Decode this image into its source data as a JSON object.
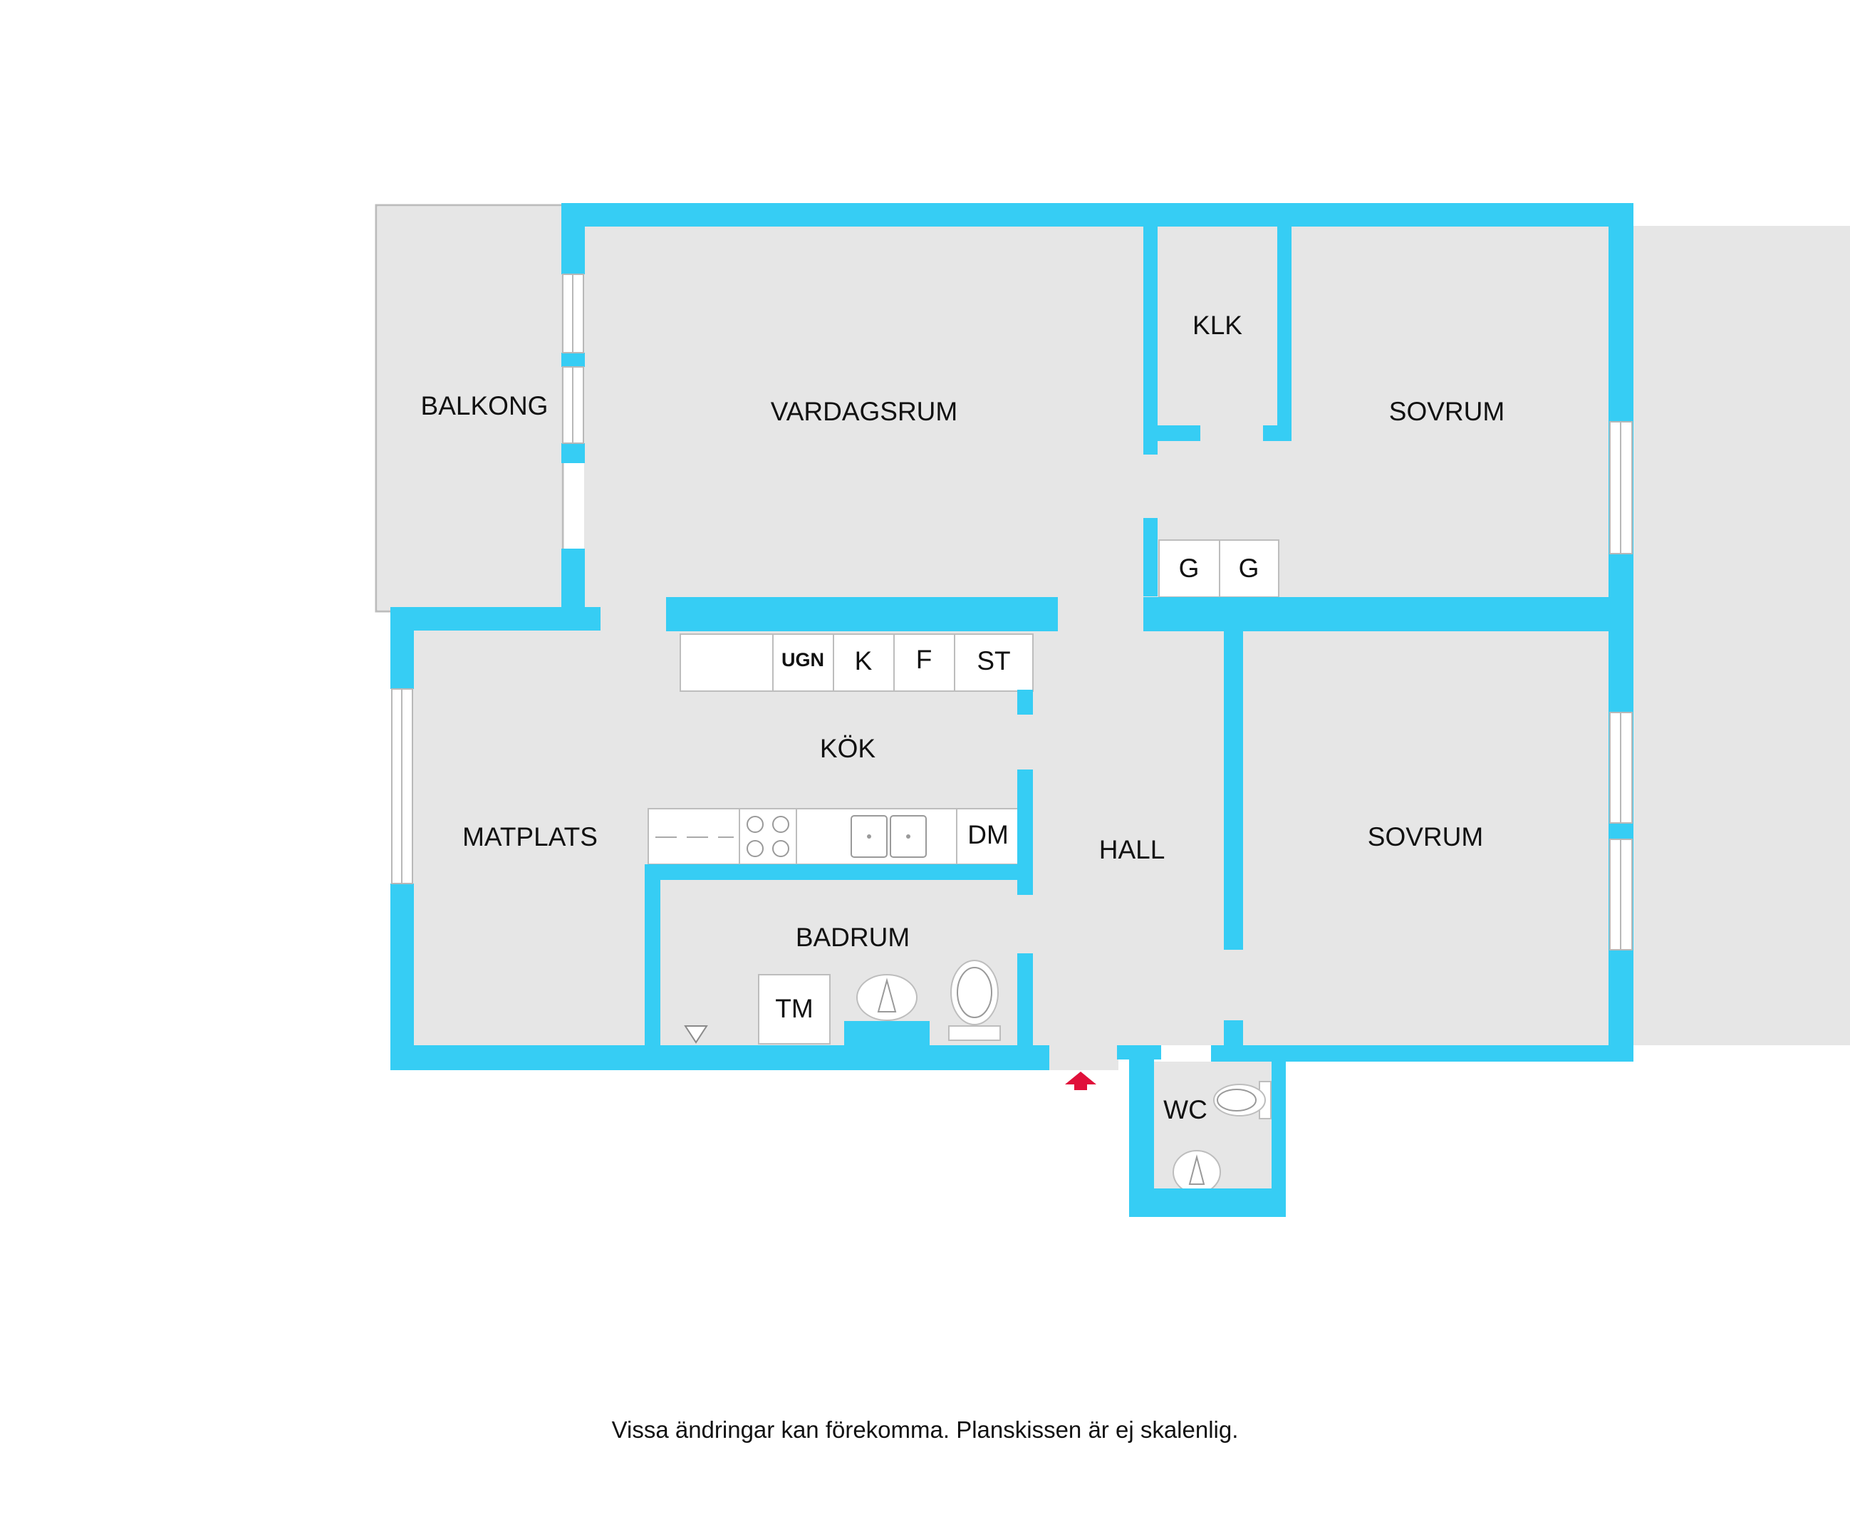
{
  "rooms": {
    "balkong": "BALKONG",
    "vardagsrum": "VARDAGSRUM",
    "klk": "KLK",
    "sovrum_1": "SOVRUM",
    "sovrum_2": "SOVRUM",
    "kok": "KÖK",
    "matplats": "MATPLATS",
    "hall": "HALL",
    "badrum": "BADRUM",
    "wc": "WC"
  },
  "fixtures": {
    "ugn": "UGN",
    "k": "K",
    "f": "F",
    "st": "ST",
    "dm": "DM",
    "tm": "TM",
    "g1": "G",
    "g2": "G"
  },
  "colors": {
    "wall": "#36cdf4",
    "floor": "#e6e6e6",
    "entrance_arrow": "#e0103a"
  },
  "icons": [
    "entrance-arrow-icon",
    "stove-icon",
    "sink-icon",
    "washbasin-icon",
    "toilet-icon",
    "floor-drain-icon"
  ],
  "caption": "Vissa ändringar kan förekomma. Planskissen är ej skalenlig."
}
